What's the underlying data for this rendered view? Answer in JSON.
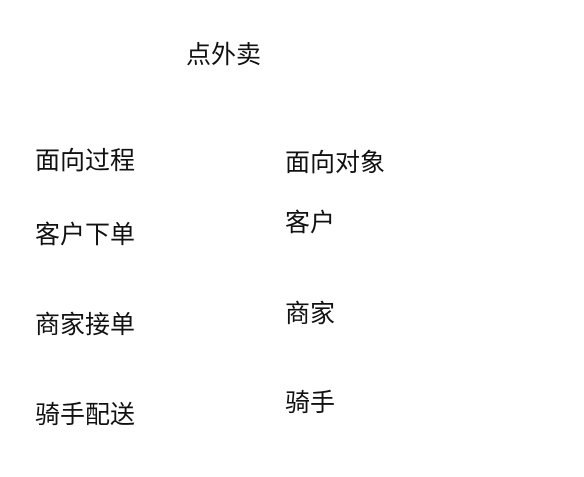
{
  "title": "点外卖",
  "left_column": {
    "heading": "面向过程",
    "items": [
      "客户下单",
      "商家接单",
      "骑手配送"
    ]
  },
  "right_column": {
    "heading": "面向对象",
    "items": [
      "客户",
      "商家",
      "骑手"
    ]
  },
  "colors": {
    "text": "#111111",
    "background": "#ffffff"
  }
}
